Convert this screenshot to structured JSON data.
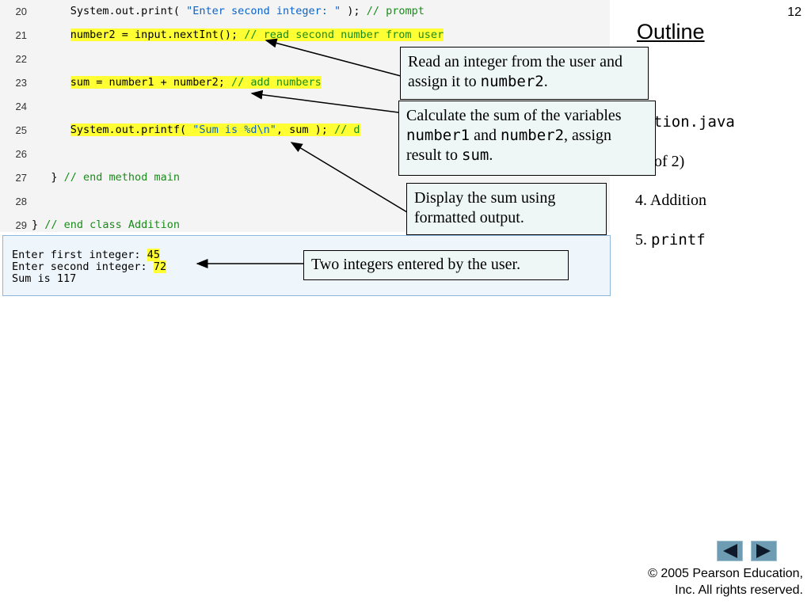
{
  "slide": {
    "page_number": "12",
    "outline_title": "Outline",
    "side_items": {
      "filename": "dition.java",
      "page_of": "of 2)",
      "item4": "4. Addition",
      "item5_prefix": "5.",
      "item5_code": "printf"
    },
    "copyright_line1": "© 2005 Pearson Education,",
    "copyright_line2": "Inc.  All rights reserved."
  },
  "code": {
    "lines": [
      {
        "num": "20",
        "indent": "      ",
        "pre": "System.out.print( ",
        "str": "\"Enter second integer: \"",
        "post": " ); ",
        "comment": "// prompt",
        "highlight": false
      },
      {
        "num": "21",
        "indent": "      ",
        "pre": "number2 = input.nextInt(); ",
        "str": "",
        "post": "",
        "comment": "// read second number from user",
        "highlight": true
      },
      {
        "num": "22",
        "indent": "",
        "pre": "",
        "str": "",
        "post": "",
        "comment": "",
        "highlight": false
      },
      {
        "num": "23",
        "indent": "      ",
        "pre": "sum = number1 + number2; ",
        "str": "",
        "post": "",
        "comment": "// add numbers",
        "highlight": true
      },
      {
        "num": "24",
        "indent": "",
        "pre": "",
        "str": "",
        "post": "",
        "comment": "",
        "highlight": false
      },
      {
        "num": "25",
        "indent": "      ",
        "pre": "System.out.printf( ",
        "str": "\"Sum is %d\\n\"",
        "post": ", sum ); ",
        "comment": "// d",
        "highlight": true
      },
      {
        "num": "26",
        "indent": "",
        "pre": "",
        "str": "",
        "post": "",
        "comment": "",
        "highlight": false
      },
      {
        "num": "27",
        "indent": "   ",
        "pre": "} ",
        "str": "",
        "post": "",
        "comment": "// end method main",
        "highlight": false
      },
      {
        "num": "28",
        "indent": "",
        "pre": "",
        "str": "",
        "post": "",
        "comment": "",
        "highlight": false
      },
      {
        "num": "29",
        "indent": "",
        "pre": "} ",
        "str": "",
        "post": "",
        "comment": "// end class Addition",
        "highlight": false
      }
    ]
  },
  "output": {
    "line1_label": "Enter first integer: ",
    "line1_value": "45",
    "line2_label": "Enter second integer: ",
    "line2_value": "72",
    "line3": "Sum is 117"
  },
  "callouts": {
    "read": {
      "text1": "Read an integer from the user and assign it to ",
      "code1": "number2",
      "text2": "."
    },
    "calc": {
      "text1": "Calculate the sum of the variables ",
      "code1": "number1",
      "text2": " and ",
      "code2": "number2",
      "text3": ", assign result to ",
      "code3": "sum",
      "text4": "."
    },
    "display": {
      "text1": "Display the sum using formatted output."
    },
    "entered": {
      "text1": "Two integers entered by the user."
    }
  },
  "nav": {
    "prev_icon": "triangle-left-icon",
    "next_icon": "triangle-right-icon",
    "button_color": "#6e9db3"
  },
  "colors": {
    "highlight": "#ffff33",
    "string": "#0b63c7",
    "comment": "#1a8c1a",
    "code_bg": "#f4f4f4",
    "output_bg": "#eef5fb"
  }
}
